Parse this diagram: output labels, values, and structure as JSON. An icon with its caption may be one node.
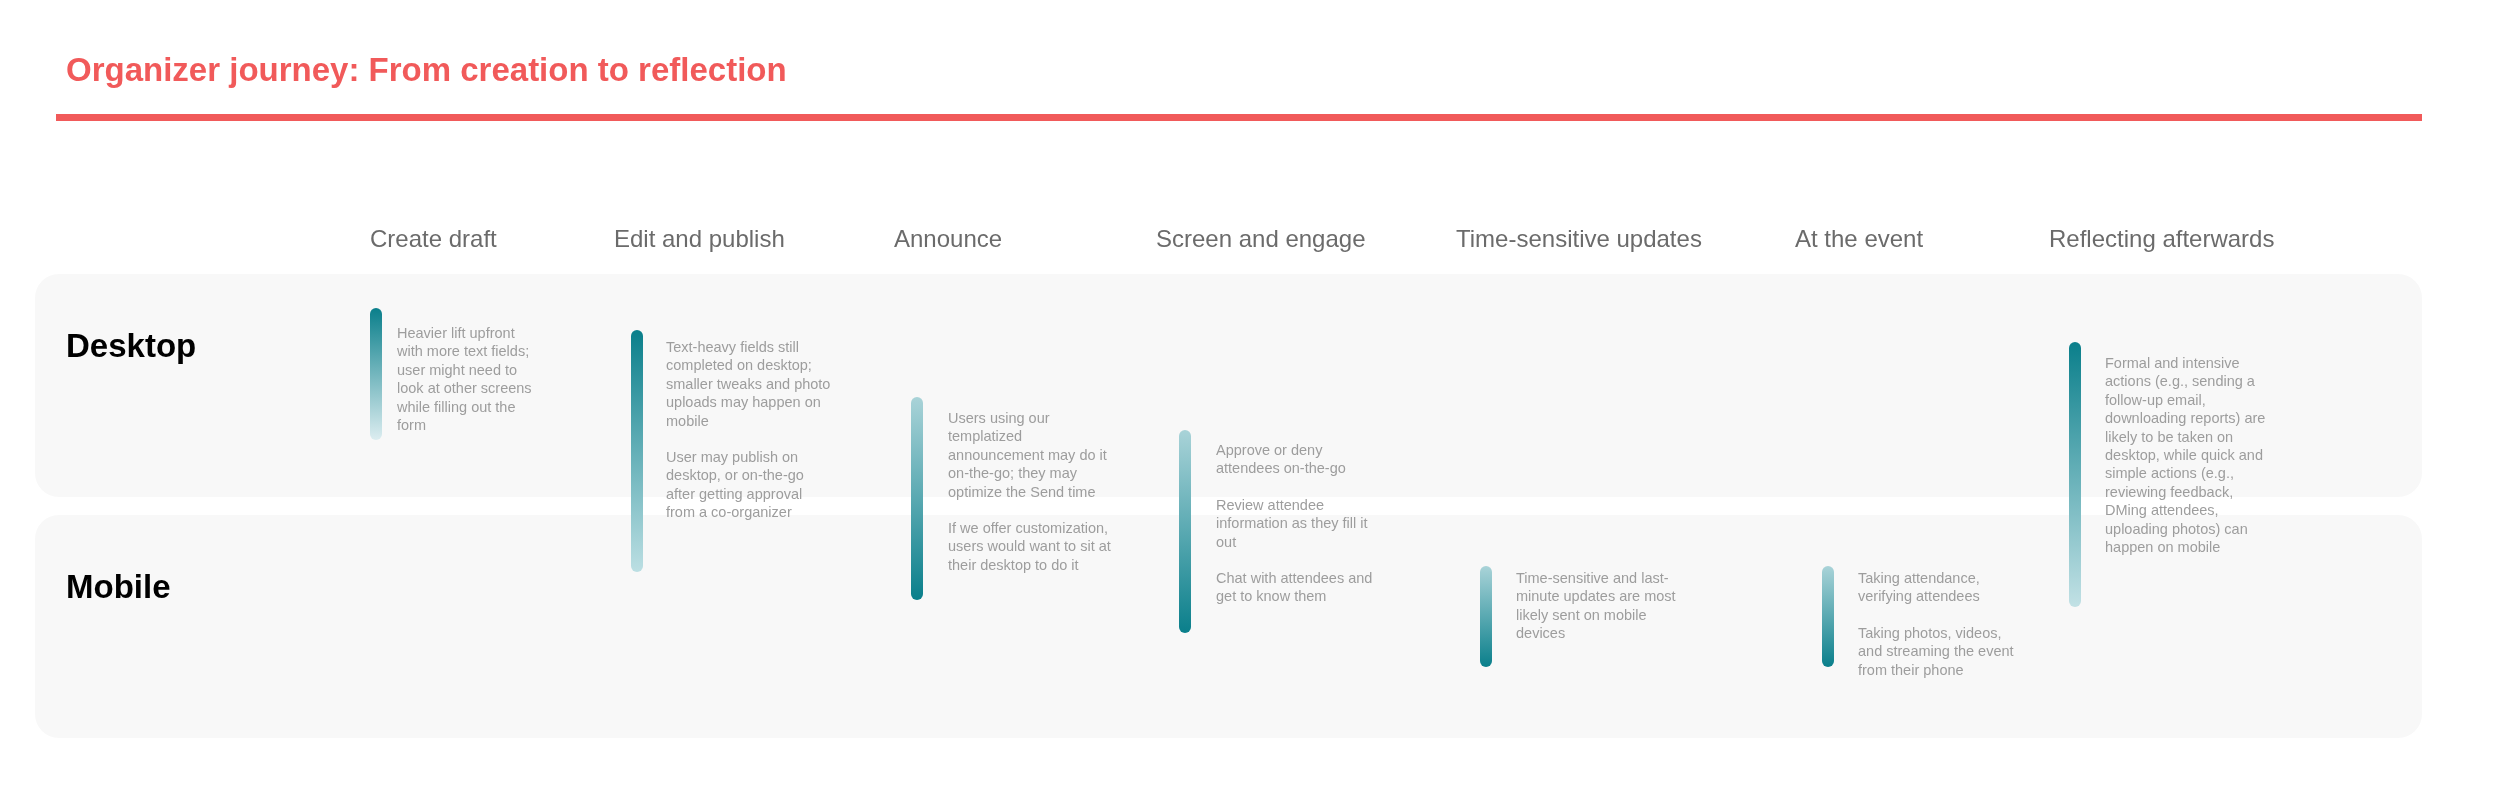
{
  "diagram": {
    "title": "Organizer journey: From creation to reflection",
    "nodes": [
      {
        "text": [
          "Desktop"
        ]
      },
      {
        "text": [
          "Mobile"
        ]
      }
    ],
    "labels": [
      "Create draft",
      "Edit and publish",
      "Announce",
      "Screen and engage",
      "Time-sensitive updates",
      "At the event",
      "Reflecting afterwards",
      "Heavier lift upfront with more text fields; user might need to look at other screens while filling out the form",
      "Text-heavy fields still completed on desktop; smaller tweaks and photo uploads may happen on mobile",
      "User may publish on desktop, or on-the-go after getting approval from a co-organizer",
      "Users using our templatized announcement may do it on-the-go; they may optimize the Send time",
      "If we offer customization, users would want to sit at their desktop to do it",
      "Approve or deny attendees on-the-go",
      "Review attendee information as they fill it out",
      "Chat with attendees and get to know them",
      "Time-sensitive and last-minute updates are most likely sent on mobile devices",
      "Taking attendance, verifying attendees",
      "Taking photos, videos, and streaming the event from their phone",
      "Formal and intensive actions (e.g., sending a follow-up email, downloading reports) are likely to be taken on desktop, while quick and simple actions (e.g., reviewing feedback, DMing attendees, uploading photos) can happen on mobile"
    ]
  }
}
